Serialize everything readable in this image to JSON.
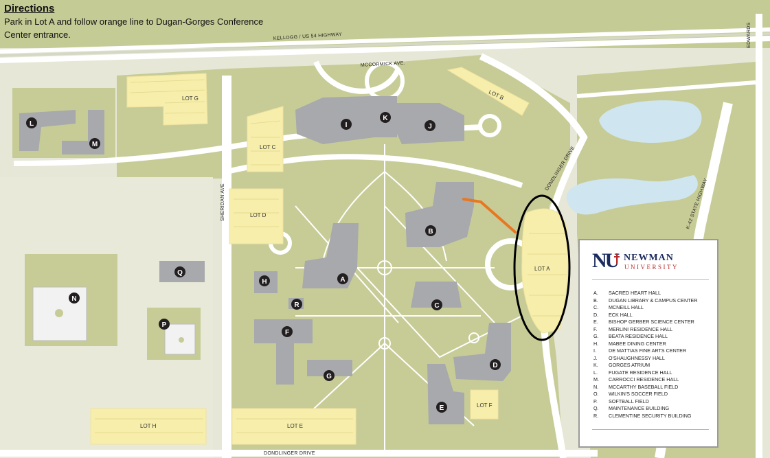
{
  "directions": {
    "title": "Directions",
    "text": "Park in Lot A and follow orange line to Dugan-Gorges Conference Center entrance."
  },
  "roads": {
    "highway": "KELLOGG / US 54 HIGHWAY",
    "mccormick": "MCCORMICK AVE.",
    "edwards": "EDWARDS",
    "dondlinger_drive_east": "DONDLINGER DRIVE",
    "k42": "K-42 STATE HIGHWAY",
    "sheridan": "SHERIDAN AVE",
    "dondlinger_drive_south": "DONDLINGER DRIVE"
  },
  "lots": {
    "a": "LOT A",
    "b": "LOT B",
    "c": "LOT C",
    "d": "LOT D",
    "e": "LOT E",
    "f": "LOT F",
    "g": "LOT G",
    "h": "LOT H"
  },
  "markers": {
    "a": "A",
    "b": "B",
    "c": "C",
    "d": "D",
    "e": "E",
    "f": "F",
    "g": "G",
    "h": "H",
    "i": "I",
    "j": "J",
    "k": "K",
    "l": "L",
    "m": "M",
    "n": "N",
    "p": "P",
    "q": "Q",
    "r": "R"
  },
  "legend": {
    "logo_name": "NEWMAN",
    "logo_sub": "UNIVERSITY",
    "logo_mark": "NU",
    "items": [
      {
        "key": "A.",
        "label": "SACRED HEART HALL"
      },
      {
        "key": "B.",
        "label": "DUGAN LIBRARY & CAMPUS CENTER"
      },
      {
        "key": "C.",
        "label": "MCNEILL HALL"
      },
      {
        "key": "D.",
        "label": "ECK HALL"
      },
      {
        "key": "E.",
        "label": "BISHOP GERBER SCIENCE CENTER"
      },
      {
        "key": "F.",
        "label": "MERLINI RESIDENCE HALL"
      },
      {
        "key": "G.",
        "label": "BEATA RESIDENCE HALL"
      },
      {
        "key": "H.",
        "label": "MABEE DINING CENTER"
      },
      {
        "key": "I.",
        "label": "DE MATTIAS FINE ARTS CENTER"
      },
      {
        "key": "J.",
        "label": "O'SHAUGHNESSY HALL"
      },
      {
        "key": "K.",
        "label": "GORGES ATRIUM"
      },
      {
        "key": "L.",
        "label": "FUGATE RESIDENCE HALL"
      },
      {
        "key": "M.",
        "label": "CARROCCI RESIDENCE HALL"
      },
      {
        "key": "N.",
        "label": "MCCARTHY BASEBALL FIELD"
      },
      {
        "key": "O.",
        "label": "WILKIN'S SOCCER FIELD"
      },
      {
        "key": "P.",
        "label": "SOFTBALL FIELD"
      },
      {
        "key": "Q.",
        "label": "MAINTENANCE BUILDING"
      },
      {
        "key": "R.",
        "label": "CLEMENTINE SECURITY BUILDING"
      }
    ]
  },
  "colors": {
    "lawn": "#c7cc97",
    "road": "#ffffff",
    "building": "#a7a9ac",
    "parking": "#f6eeaa",
    "water": "#cfe5f0",
    "route": "#e87722",
    "highlight": "#000000",
    "marker": "#231f20"
  }
}
